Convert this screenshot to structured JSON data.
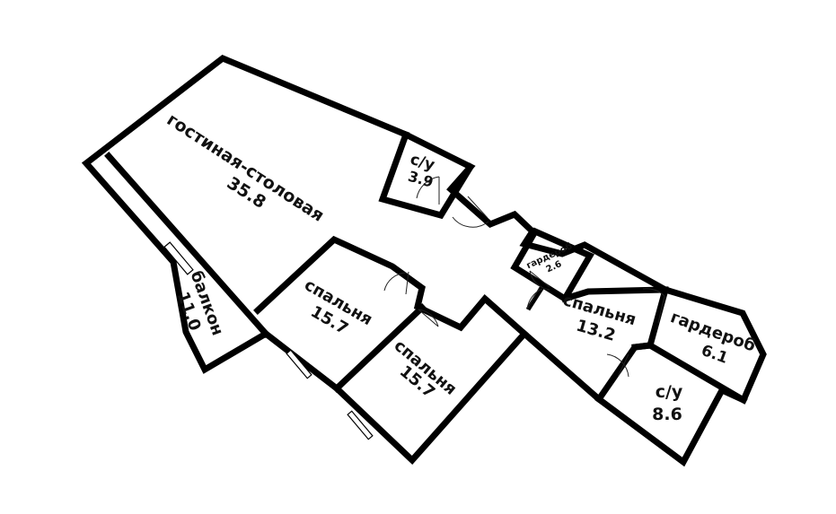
{
  "plan": {
    "rooms": [
      {
        "id": "living",
        "name": "гостиная-столовая",
        "area": "35.8"
      },
      {
        "id": "wc1",
        "name": "с/у",
        "area": "3.9"
      },
      {
        "id": "closet1",
        "name": "гардероб",
        "area": "2.6"
      },
      {
        "id": "bedroom1",
        "name": "спальня",
        "area": "15.7"
      },
      {
        "id": "bedroom2",
        "name": "спальня",
        "area": "15.7"
      },
      {
        "id": "bedroom3",
        "name": "спальня",
        "area": "13.2"
      },
      {
        "id": "closet2",
        "name": "гардероб",
        "area": "6.1"
      },
      {
        "id": "wc2",
        "name": "с/у",
        "area": "8.6"
      },
      {
        "id": "balcony",
        "name": "балкон",
        "area": "11.0"
      }
    ]
  }
}
